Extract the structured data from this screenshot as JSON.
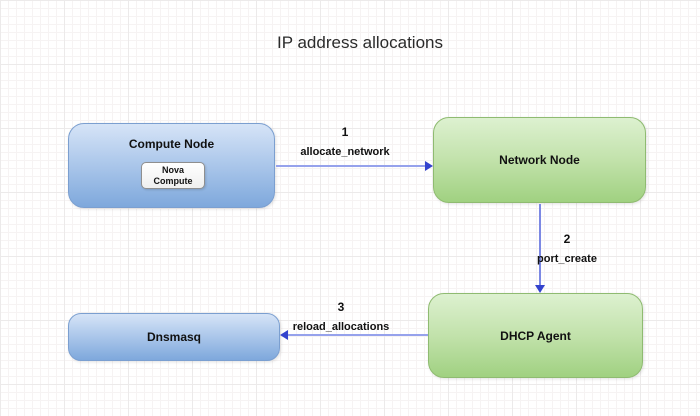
{
  "title": "IP address allocations",
  "nodes": {
    "compute_node": {
      "label": "Compute Node",
      "child_label": "Nova\nCompute",
      "fill": "blue"
    },
    "network_node": {
      "label": "Network Node",
      "fill": "green"
    },
    "dhcp_agent": {
      "label": "DHCP Agent",
      "fill": "green"
    },
    "dnsmasq": {
      "label": "Dnsmasq",
      "fill": "blue"
    }
  },
  "edges": [
    {
      "step": "1",
      "label": "allocate_network",
      "from": "compute_node",
      "to": "network_node",
      "direction": "right"
    },
    {
      "step": "2",
      "label": "port_create",
      "from": "network_node",
      "to": "dhcp_agent",
      "direction": "down"
    },
    {
      "step": "3",
      "label": "reload_allocations",
      "from": "dhcp_agent",
      "to": "dnsmasq",
      "direction": "left"
    }
  ],
  "colors": {
    "node_blue_top": "#d6e4f7",
    "node_blue_bottom": "#7ea8dc",
    "node_blue_border": "#7b9fd0",
    "node_green_top": "#ddf1d0",
    "node_green_bottom": "#a0d181",
    "node_green_border": "#8fbb71",
    "connector_line": "#8e9aeb",
    "connector_arrowhead": "#3343cd",
    "text": "#111111",
    "canvas_background": "#ffffff"
  }
}
